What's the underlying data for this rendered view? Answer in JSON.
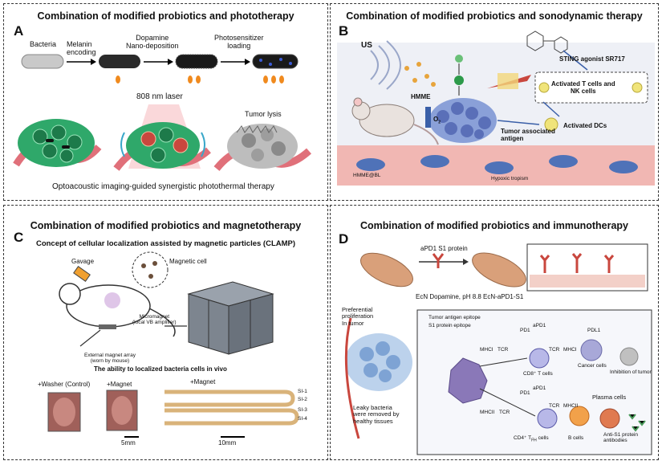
{
  "panels": {
    "a": {
      "letter": "A",
      "title": "Combination of modified probiotics and phototherapy",
      "steps": {
        "bacteria": "Bacteria",
        "melanin": "Melanin\nencoding",
        "dopamine": "Dopamine\nNano-deposition",
        "photosensitizer": "Photosensitizer\nloading"
      },
      "laser": "808 nm laser",
      "lysis": "Tumor lysis",
      "caption": "Optoacoustic imaging-guided synergistic photothermal therapy"
    },
    "b": {
      "letter": "B",
      "title": "Combination of modified probiotics and sonodynamic therapy",
      "us": "US",
      "hmme": "HMME",
      "sting": "STING agonist SR717",
      "tcells": "Activated T cells and\nNK cells",
      "antigen": "Tumor associated\nantigen",
      "dcs": "Activated DCs",
      "o2": "O",
      "o2sub": "2",
      "hmmebl": "HMME@BL",
      "hypoxic": "Hypoxic tropism"
    },
    "c": {
      "letter": "C",
      "title": "Combination of modified probiotics and magnetotherapy",
      "subtitle": "Concept of cellular localization assisted by magnetic particles (CLAMP)",
      "gavage": "Gavage",
      "magnetcell": "Magnetic cell",
      "micromagnet": "Micromagnet\n(local VB amplifier)",
      "array": "External magnet array\n(worn by mouse)",
      "ability": "The ability to localized bacteria cells in vivo",
      "washer": "+Washer (Control)",
      "magnet1": "+Magnet",
      "magnet2": "+Magnet",
      "scale1": "5mm",
      "scale2": "10mm",
      "si": [
        "SI-1",
        "SI-2",
        "SI-3",
        "SI-4"
      ]
    },
    "d": {
      "letter": "D",
      "title": "Combination of modified probiotics and immunotherapy",
      "protein": "aPD1 S1 protein",
      "ecn": "EcN Dopamine, pH 8.8 EcN-aPD1-S1",
      "prolif": "Preferential\nproliferation\nIn tumor",
      "leaky": "Leaky bacteria\nwere removed by\nhealthy tissues",
      "legend1": "Tumor antigen epitope",
      "legend2": "S1 protein epitope",
      "pd1a": "PD1",
      "apd1a": "aPD1",
      "pdl1": "PDL1",
      "mhc1": "MHCI",
      "tcr1": "TCR",
      "tcr1b": "TCR",
      "mhc1b": "MHCI",
      "cd8": "CD8⁺ T cells",
      "cancer": "Cancer cells",
      "inhib": "Inhibition of tumor",
      "pd1b": "PD1",
      "apd1b": "aPD1",
      "plasma": "Plasma cells",
      "mhc2": "MHCII",
      "tcr2": "TCR",
      "tcr2b": "TCR",
      "mhc2b": "MHCII",
      "cd4": "CD4⁺ T",
      "cd4sub": "FH",
      "cd4b": "cells",
      "bcells": "B cells",
      "antis1": "Anti-S1 protein\nantibodies"
    }
  },
  "colors": {
    "tumor_green": "#2fa86a",
    "vessel": "#e0707a",
    "bacteria": "#d9a07a",
    "blue_cell": "#4f72b8",
    "purple_cell": "#6f5a9e"
  }
}
